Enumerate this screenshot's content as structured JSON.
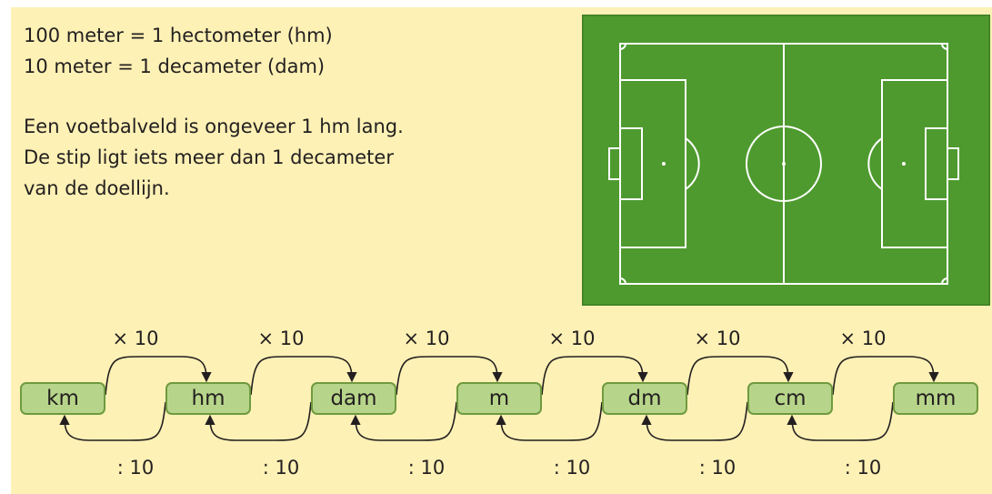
{
  "intro": {
    "line1": "100 meter = 1 hectometer (hm)",
    "line2": "10 meter = 1 decameter (dam)"
  },
  "explanation": {
    "line1": "Een voetbalveld is ongeveer 1 hm lang.",
    "line2": "De stip ligt iets meer dan 1 decameter",
    "line3": "van de doellijn."
  },
  "units": [
    "km",
    "hm",
    "dam",
    "m",
    "dm",
    "cm",
    "mm"
  ],
  "multiply_label": "× 10",
  "divide_label": ": 10",
  "colors": {
    "background": "#fdf1b5",
    "field_green": "#4e9a2e",
    "field_border": "#3f7e22",
    "unit_box_fill": "#b7d58a",
    "unit_box_border": "#6f9a3f"
  }
}
